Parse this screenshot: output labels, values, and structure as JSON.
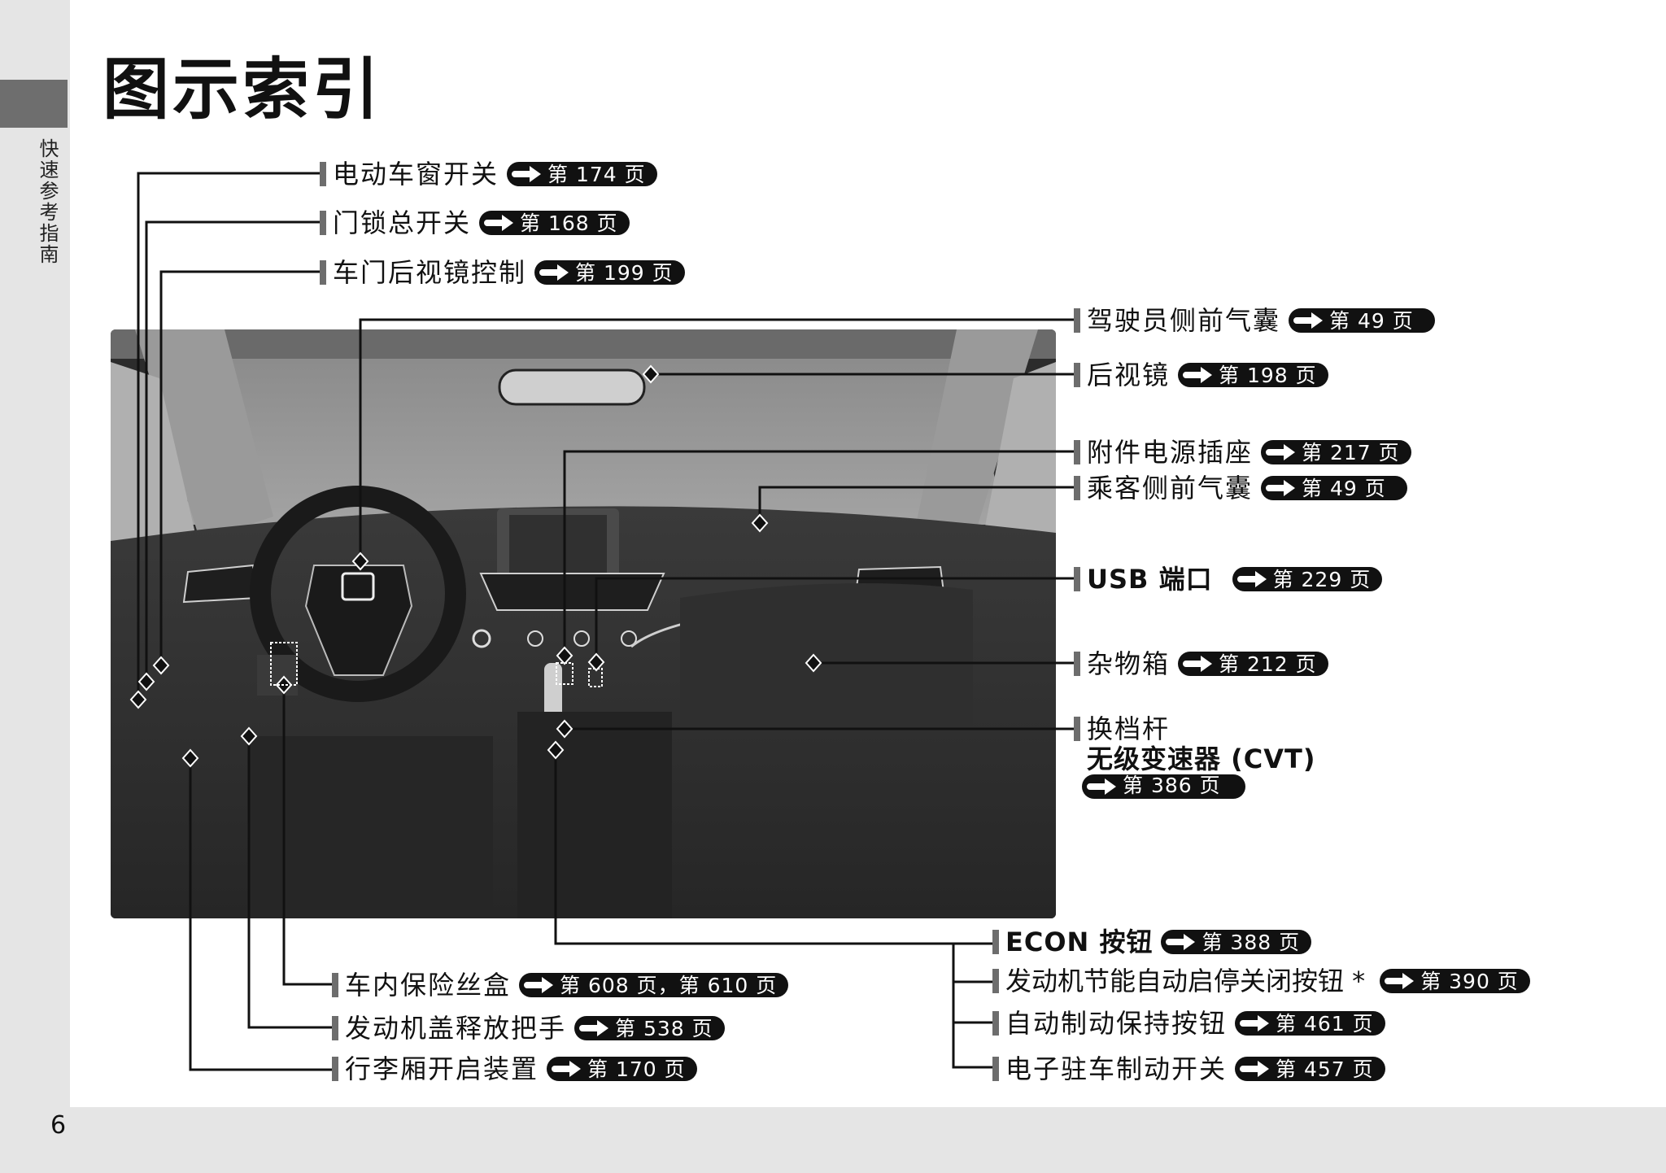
{
  "page": {
    "title": "图示索引",
    "side_tab_label": "快速参考指南",
    "page_number": "6"
  },
  "colors": {
    "pill_bg": "#111111",
    "marker_bar": "#6d6d6d",
    "side_tab": "#6e6e6e",
    "side_strip": "#e5e5e5"
  },
  "icons": {
    "page_ref": "right-arrow-icon",
    "marker": "diamond-marker-icon"
  },
  "callouts": {
    "top_left": [
      {
        "label": "电动车窗开关",
        "ref": "第 174 页"
      },
      {
        "label": "门锁总开关",
        "ref": "第 168 页"
      },
      {
        "label": "车门后视镜控制",
        "ref": "第 199 页"
      }
    ],
    "right": [
      {
        "label": "驾驶员侧前气囊",
        "ref": "第 49 页"
      },
      {
        "label": "后视镜",
        "ref": "第 198 页"
      },
      {
        "label": "附件电源插座",
        "ref": "第 217 页"
      },
      {
        "label": "乘客侧前气囊",
        "ref": "第 49 页"
      },
      {
        "label": "USB 端口",
        "ref": "第 229 页"
      },
      {
        "label": "杂物箱",
        "ref": "第 212 页"
      }
    ],
    "shift_lever": {
      "label_line1": "换档杆",
      "label_line2": "无级变速器 (CVT)",
      "ref": "第 386 页"
    },
    "bottom_left": [
      {
        "label": "车内保险丝盒",
        "ref": "第 608 页，第 610 页"
      },
      {
        "label": "发动机盖释放把手",
        "ref": "第 538 页"
      },
      {
        "label": "行李厢开启装置",
        "ref": "第 170 页"
      }
    ],
    "bottom_right": [
      {
        "label": "ECON 按钮",
        "ref": "第 388 页"
      },
      {
        "label": "发动机节能自动启停关闭按钮 *",
        "ref": "第 390 页"
      },
      {
        "label": "自动制动保持按钮",
        "ref": "第 461 页"
      },
      {
        "label": "电子驻车制动开关",
        "ref": "第 457 页"
      }
    ]
  }
}
